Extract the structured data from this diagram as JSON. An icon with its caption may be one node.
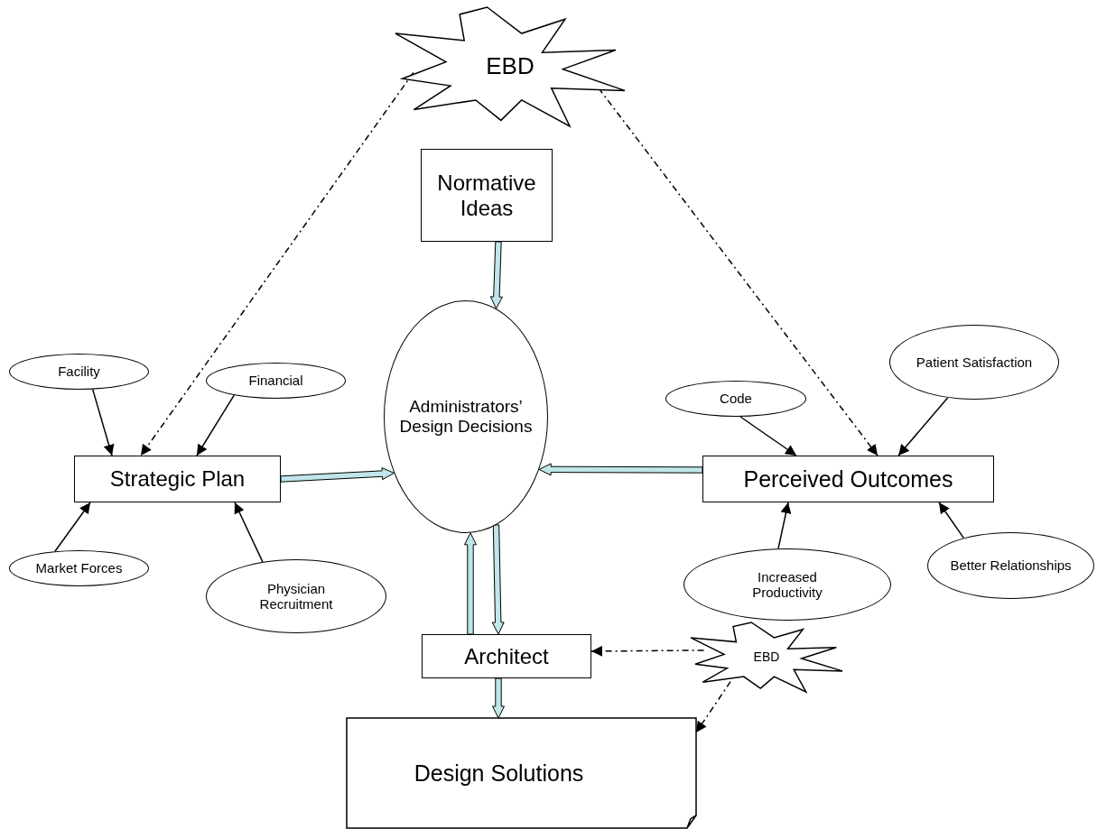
{
  "diagram": {
    "nodes": [
      {
        "text": [
          "EBD"
        ]
      },
      {
        "text": [
          "Normative Ideas"
        ]
      },
      {
        "text": [
          "Facility"
        ]
      },
      {
        "text": [
          "Financial"
        ]
      },
      {
        "text": [
          "Strategic Plan"
        ]
      },
      {
        "text": [
          "Market Forces"
        ]
      },
      {
        "text": [
          "Physician Recruitment"
        ]
      },
      {
        "text": [
          "Administrators’ Design Decisions"
        ]
      },
      {
        "text": [
          "Code"
        ]
      },
      {
        "text": [
          "Patient Satisfaction"
        ]
      },
      {
        "text": [
          "Perceived Outcomes"
        ]
      },
      {
        "text": [
          "Increased Productivity"
        ]
      },
      {
        "text": [
          "Better Relationships"
        ]
      },
      {
        "text": [
          "Architect"
        ]
      },
      {
        "text": [
          "EBD"
        ]
      },
      {
        "text": [
          "Design Solutions"
        ]
      }
    ],
    "edges": [
      {
        "from": 2,
        "to": 4,
        "arrow": "to"
      },
      {
        "from": 3,
        "to": 4,
        "arrow": "to"
      },
      {
        "from": 0,
        "to": 4,
        "arrow": "to",
        "style": "dashed"
      },
      {
        "from": 5,
        "to": 4,
        "arrow": "to"
      },
      {
        "from": 6,
        "to": 4,
        "arrow": "to"
      },
      {
        "from": 4,
        "to": 7,
        "arrow": "to",
        "style": "thick",
        "color": "#bfe6ea"
      },
      {
        "from": 1,
        "to": 7,
        "arrow": "to",
        "style": "thick",
        "color": "#bfe6ea"
      },
      {
        "from": 10,
        "to": 7,
        "arrow": "to",
        "style": "thick",
        "color": "#bfe6ea"
      },
      {
        "from": 8,
        "to": 10,
        "arrow": "to"
      },
      {
        "from": 0,
        "to": 10,
        "arrow": "to",
        "style": "dashed"
      },
      {
        "from": 9,
        "to": 10,
        "arrow": "to"
      },
      {
        "from": 11,
        "to": 10,
        "arrow": "to"
      },
      {
        "from": 12,
        "to": 10,
        "arrow": "to"
      },
      {
        "from": 7,
        "to": 13,
        "arrow": "to",
        "style": "thick",
        "color": "#bfe6ea"
      },
      {
        "from": 13,
        "to": 7,
        "arrow": "to",
        "style": "thick",
        "color": "#bfe6ea"
      },
      {
        "from": 13,
        "to": 15,
        "arrow": "to",
        "style": "thick",
        "color": "#bfe6ea"
      },
      {
        "from": 14,
        "to": 13,
        "arrow": "to",
        "style": "dashed"
      },
      {
        "from": 14,
        "to": 15,
        "arrow": "to",
        "style": "dashed"
      }
    ]
  }
}
